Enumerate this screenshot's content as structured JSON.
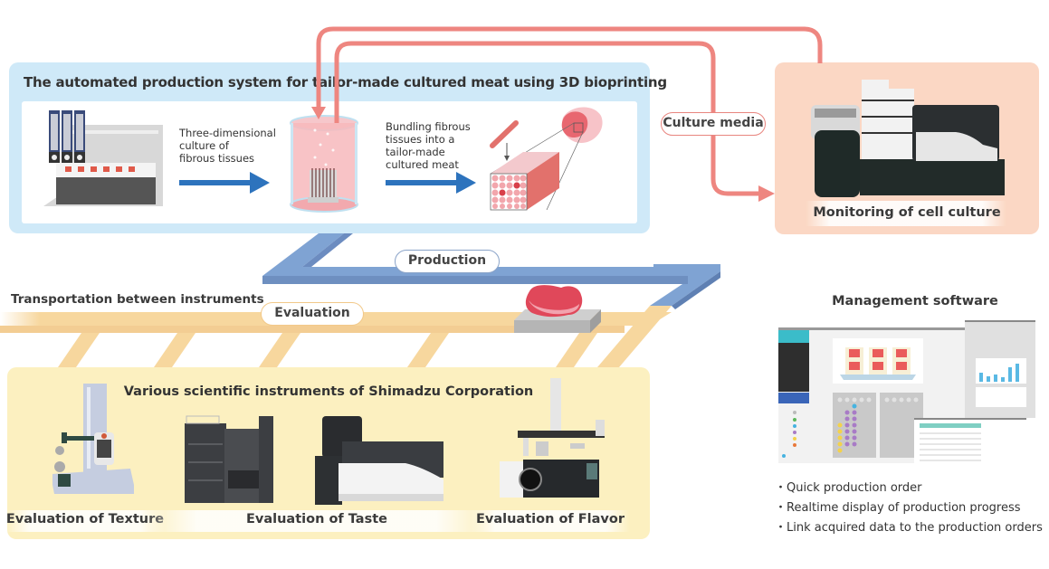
{
  "production_system": {
    "title": "The automated production system for tailor-made cultured meat using 3D bioprinting",
    "steps": [
      {
        "label": "Three-dimensional\nculture of\nfibrous tissues"
      },
      {
        "label": "Bundling fibrous\ntissues into a\ntailor-made\ncultured meat"
      }
    ],
    "illustrations": [
      "bioprinter",
      "culture-vessel",
      "meat-bundle"
    ]
  },
  "culture_media": {
    "label": "Culture media"
  },
  "monitoring": {
    "label": "Monitoring of cell culture"
  },
  "transport": {
    "label": "Transportation between instruments",
    "production_label": "Production",
    "evaluation_label": "Evaluation"
  },
  "evaluation": {
    "title": "Various scientific instruments of Shimadzu Corporation",
    "items": [
      {
        "label": "Evaluation of Texture"
      },
      {
        "label": "Evaluation of Taste"
      },
      {
        "label": "Evaluation of Flavor"
      }
    ]
  },
  "management": {
    "title": "Management software",
    "features": [
      "・Quick production order",
      "・Realtime display of production progress",
      "・Link acquired data to the production orders"
    ]
  },
  "colors": {
    "production_panel": "#cfe9f8",
    "monitoring_panel": "#fbd7c4",
    "evaluation_panel": "#fcf0c0",
    "culture_line": "#ee8680",
    "process_arrow": "#2d73bd",
    "production_track": "#7fa3d3",
    "evaluation_track": "#f7d79e"
  }
}
